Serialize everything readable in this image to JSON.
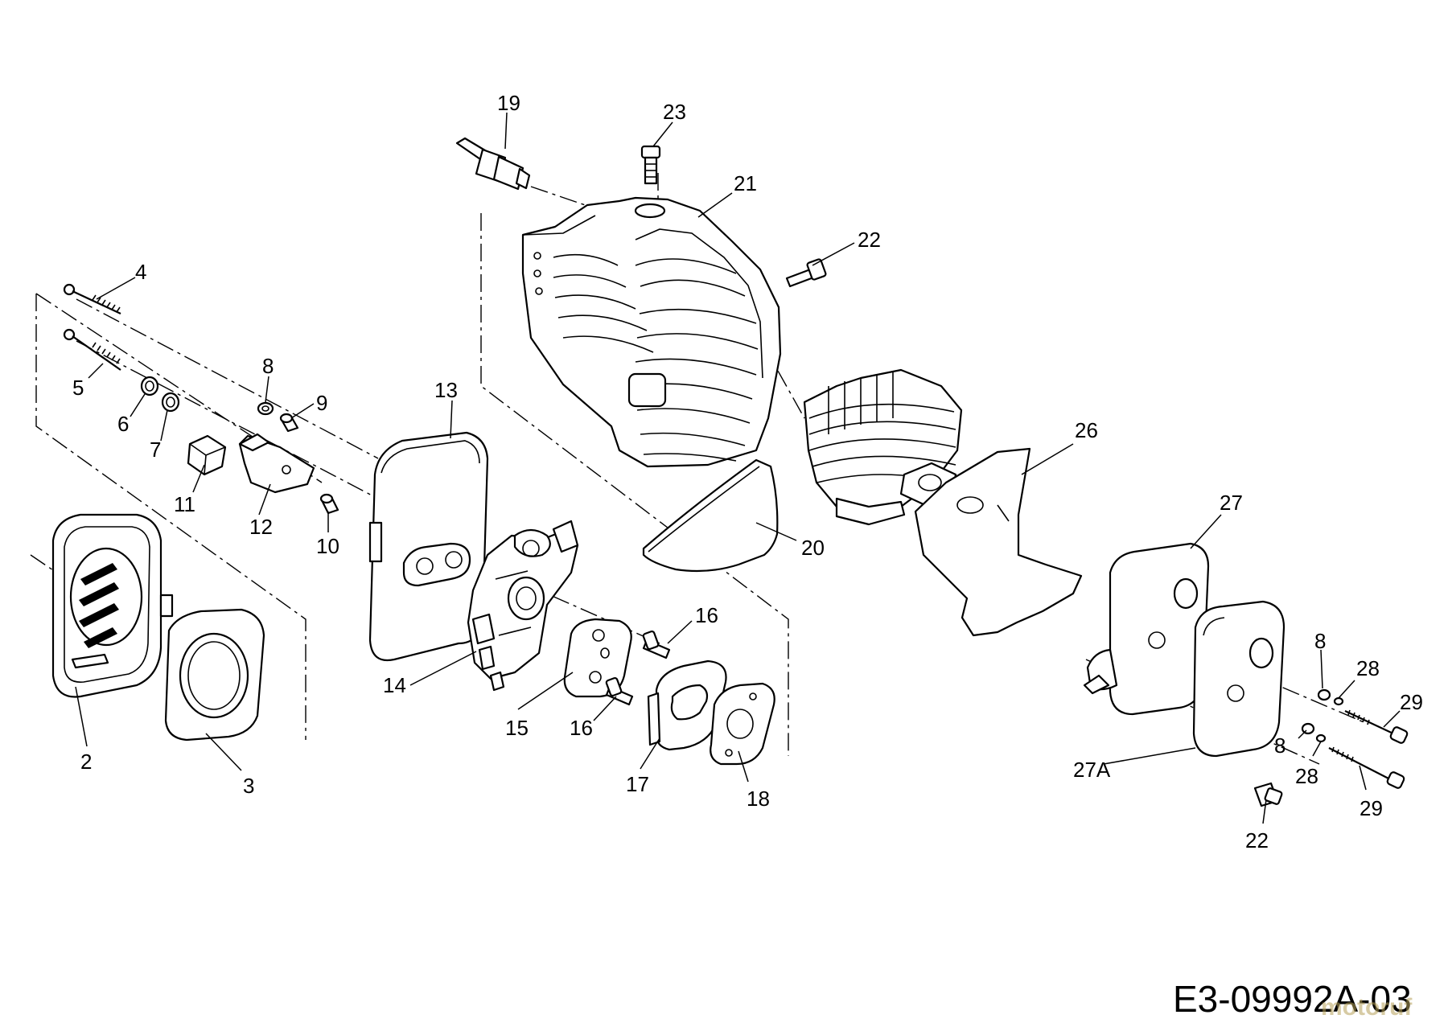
{
  "diagram": {
    "labels": [
      {
        "id": "p19",
        "text": "19"
      },
      {
        "id": "p23",
        "text": "23"
      },
      {
        "id": "p21",
        "text": "21"
      },
      {
        "id": "p22a",
        "text": "22"
      },
      {
        "id": "p4",
        "text": "4"
      },
      {
        "id": "p5",
        "text": "5"
      },
      {
        "id": "p8a",
        "text": "8"
      },
      {
        "id": "p9",
        "text": "9"
      },
      {
        "id": "p6",
        "text": "6"
      },
      {
        "id": "p7",
        "text": "7"
      },
      {
        "id": "p13",
        "text": "13"
      },
      {
        "id": "p11",
        "text": "11"
      },
      {
        "id": "p12",
        "text": "12"
      },
      {
        "id": "p10",
        "text": "10"
      },
      {
        "id": "p26",
        "text": "26"
      },
      {
        "id": "p20",
        "text": "20"
      },
      {
        "id": "p27",
        "text": "27"
      },
      {
        "id": "p16a",
        "text": "16"
      },
      {
        "id": "p14",
        "text": "14"
      },
      {
        "id": "p15",
        "text": "15"
      },
      {
        "id": "p16b",
        "text": "16"
      },
      {
        "id": "p17",
        "text": "17"
      },
      {
        "id": "p18",
        "text": "18"
      },
      {
        "id": "p2",
        "text": "2"
      },
      {
        "id": "p3",
        "text": "3"
      },
      {
        "id": "p8b",
        "text": "8"
      },
      {
        "id": "p28a",
        "text": "28"
      },
      {
        "id": "p29a",
        "text": "29"
      },
      {
        "id": "p8c",
        "text": "8"
      },
      {
        "id": "p28b",
        "text": "28"
      },
      {
        "id": "p27A",
        "text": "27A"
      },
      {
        "id": "p29b",
        "text": "29"
      },
      {
        "id": "p22b",
        "text": "22"
      }
    ],
    "drawing_code": "E3-09992A-03",
    "watermark": "motoruf"
  }
}
